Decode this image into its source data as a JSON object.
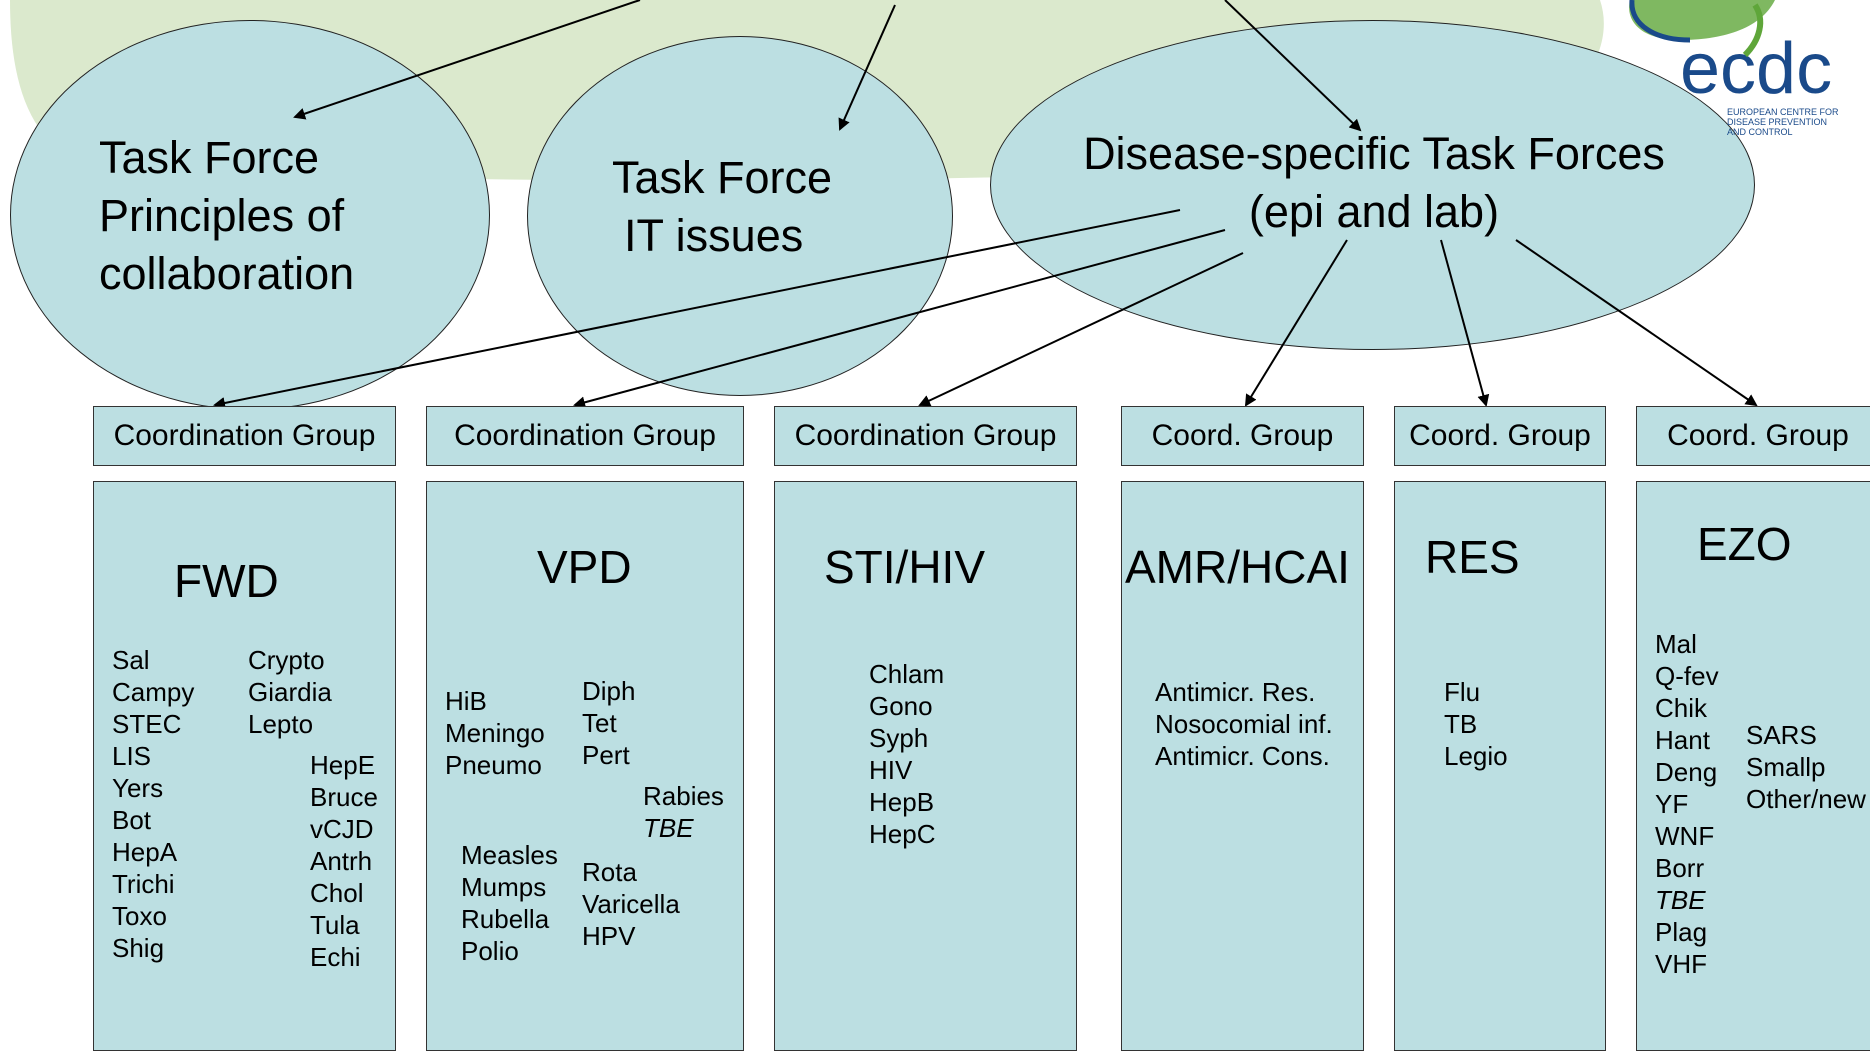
{
  "colors": {
    "fill": "#bcdfe2",
    "background_blob": "#dbe9cd",
    "logo_blue": "#1a4a8a",
    "logo_green": "#5fa63a"
  },
  "logo": {
    "word": "ecdc",
    "lines": [
      "EUROPEAN CENTRE FOR",
      "DISEASE PREVENTION",
      "AND CONTROL"
    ]
  },
  "task_forces": [
    {
      "lines": [
        "Task Force",
        "Principles of",
        "collaboration"
      ]
    },
    {
      "lines": [
        "Task Force",
        "IT issues"
      ]
    },
    {
      "lines": [
        "Disease-specific Task Forces",
        "(epi and lab)"
      ]
    }
  ],
  "groups": [
    {
      "header": "Coordination Group",
      "title": "FWD",
      "columns": [
        [
          "Sal",
          "Campy",
          "STEC",
          "LIS",
          "Yers",
          "Bot",
          "HepA",
          "Trichi",
          "Toxo",
          "Shig"
        ],
        [
          "Crypto",
          "Giardia",
          "Lepto"
        ],
        [
          "HepE",
          "Bruce",
          "vCJD",
          "Antrh",
          "Chol",
          "Tula",
          "Echi"
        ]
      ]
    },
    {
      "header": "Coordination Group",
      "title": "VPD",
      "columns": [
        [
          "HiB",
          "Meningo",
          "Pneumo"
        ],
        [
          "Diph",
          "Tet",
          "Pert"
        ],
        [
          "Rabies",
          "TBE"
        ],
        [
          "Measles",
          "Mumps",
          "Rubella",
          "Polio"
        ],
        [
          "Rota",
          "Varicella",
          "HPV"
        ]
      ]
    },
    {
      "header": "Coordination Group",
      "title": "STI/HIV",
      "columns": [
        [
          "Chlam",
          "Gono",
          "Syph",
          "HIV",
          "HepB",
          "HepC"
        ]
      ]
    },
    {
      "header": "Coord. Group",
      "title": "AMR/HCAI",
      "columns": [
        [
          "Antimicr. Res.",
          "Nosocomial inf.",
          "Antimicr. Cons."
        ]
      ]
    },
    {
      "header": "Coord. Group",
      "title": "RES",
      "columns": [
        [
          "Flu",
          "TB",
          "Legio"
        ]
      ]
    },
    {
      "header": "Coord. Group",
      "title": "EZO",
      "columns": [
        [
          "Mal",
          "Q-fev",
          "Chik",
          "Hant",
          "Deng",
          "YF",
          "WNF",
          "Borr",
          "TBE",
          "Plag",
          "VHF"
        ],
        [
          "SARS",
          "Smallp",
          "Other/new"
        ]
      ]
    }
  ]
}
